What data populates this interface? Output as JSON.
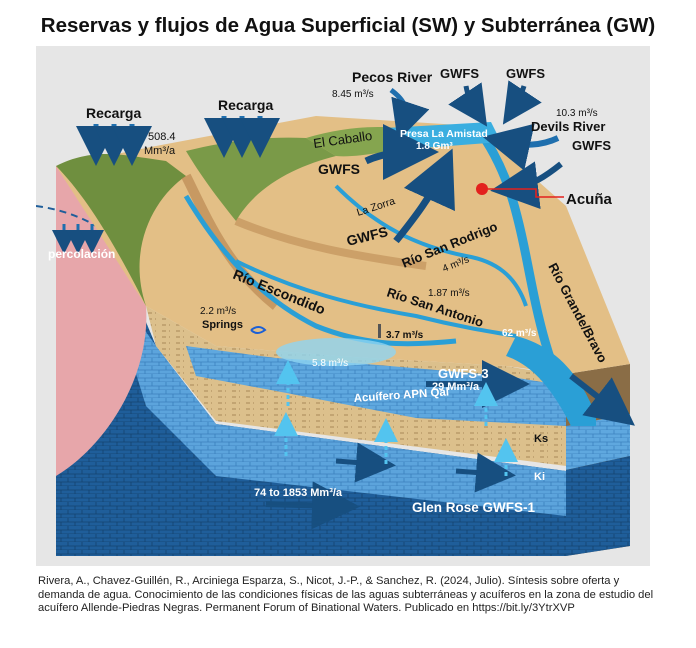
{
  "title": "Reservas y flujos de Agua Superficial (SW) y Subterránea (GW)",
  "colors": {
    "panel_bg": "#e6e6e6",
    "aquifer_light": "#5fa8df",
    "aquifer_dark": "#1f5e9a",
    "sandy": "#dcc08c",
    "river": "#2a9fd6",
    "arrow_dark": "#174f80",
    "arrow_light": "#53c4ef",
    "recharge_pink": "#e7a6aa",
    "marker_red": "#e3211d"
  },
  "labels": {
    "pecos_river": "Pecos River",
    "pecos_flow": "8.45 m³/s",
    "gwfs_top_1": "GWFS",
    "gwfs_top_2": "GWFS",
    "devils_flow": "10.3 m³/s",
    "devils_river": "Devils River",
    "gwfs_right": "GWFS",
    "presa": "Presa La Amistad",
    "presa_volume": "1.8 Gm³",
    "el_caballo": "El Caballo",
    "recarga_left": "Recarga",
    "recarga_right": "Recarga",
    "recharge_volume": "508.4",
    "recharge_unit": "Mm³/a",
    "gwfs_mid_1": "GWFS",
    "la_zorra": "La Zorra",
    "acuna": "Acuña",
    "gwfs_mid_2": "GWFS",
    "percolacion": "percolación",
    "san_rodrigo": "Río San Rodrigo",
    "san_rodrigo_flow": "4 m³/s",
    "rio_escondido": "Río Escondido",
    "san_antonio_flow": "1.87 m³/s",
    "rio_san_antonio": "Río San Antonio",
    "rio_grande": "Río Grande/Bravo",
    "springs_flow": "2.2 m³/s",
    "springs": "Springs",
    "escondido_flow": "3.7 m³/s",
    "grande_flow": "62 m³/s",
    "spring_outflow": "5.8 m³/s",
    "gwfs3": "GWFS-3",
    "gwfs3_volume": "29 Mm³/a",
    "acuifero_apn": "Acuífero APN Qal",
    "ks": "Ks",
    "ki": "Ki",
    "glen_rose_range": "74 to 1853 Mm³/a",
    "glen_rose": "Glen Rose GWFS-1"
  },
  "citation": "Rivera, A., Chavez-Guillén, R., Arciniega Esparza, S., Nicot, J.-P., & Sanchez, R. (2024, Julio). Síntesis sobre oferta y demanda de agua. Conocimiento de las condiciones físicas de las aguas subterráneas y acuíferos en la zona de estudio del acuífero Allende-Piedras Negras. Permanent Forum of Binational Waters. Publicado en https://bit.ly/3YtrXVP"
}
